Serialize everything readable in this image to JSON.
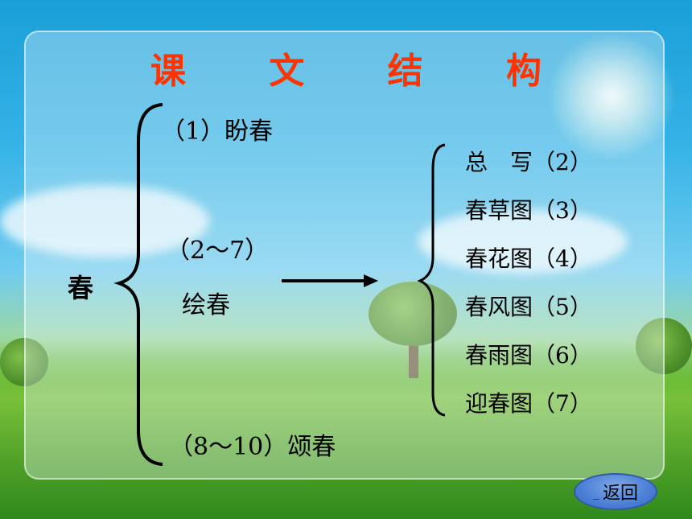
{
  "slide": {
    "title": "课 文 结 构",
    "root": "春",
    "branches": [
      {
        "label": "（1）盼春"
      },
      {
        "label_line1": "（2～7）",
        "label_line2": "绘春"
      },
      {
        "label": "（8～10）颂春"
      }
    ],
    "sub_items": [
      "总　写（2）",
      "春草图（3）",
      "春花图（4）",
      "春风图（5）",
      "春雨图（6）",
      "迎春图（7）"
    ],
    "back_button_label": "返回"
  },
  "colors": {
    "title": "#ff3300",
    "text": "#000000",
    "button": "#4a7fd6"
  }
}
